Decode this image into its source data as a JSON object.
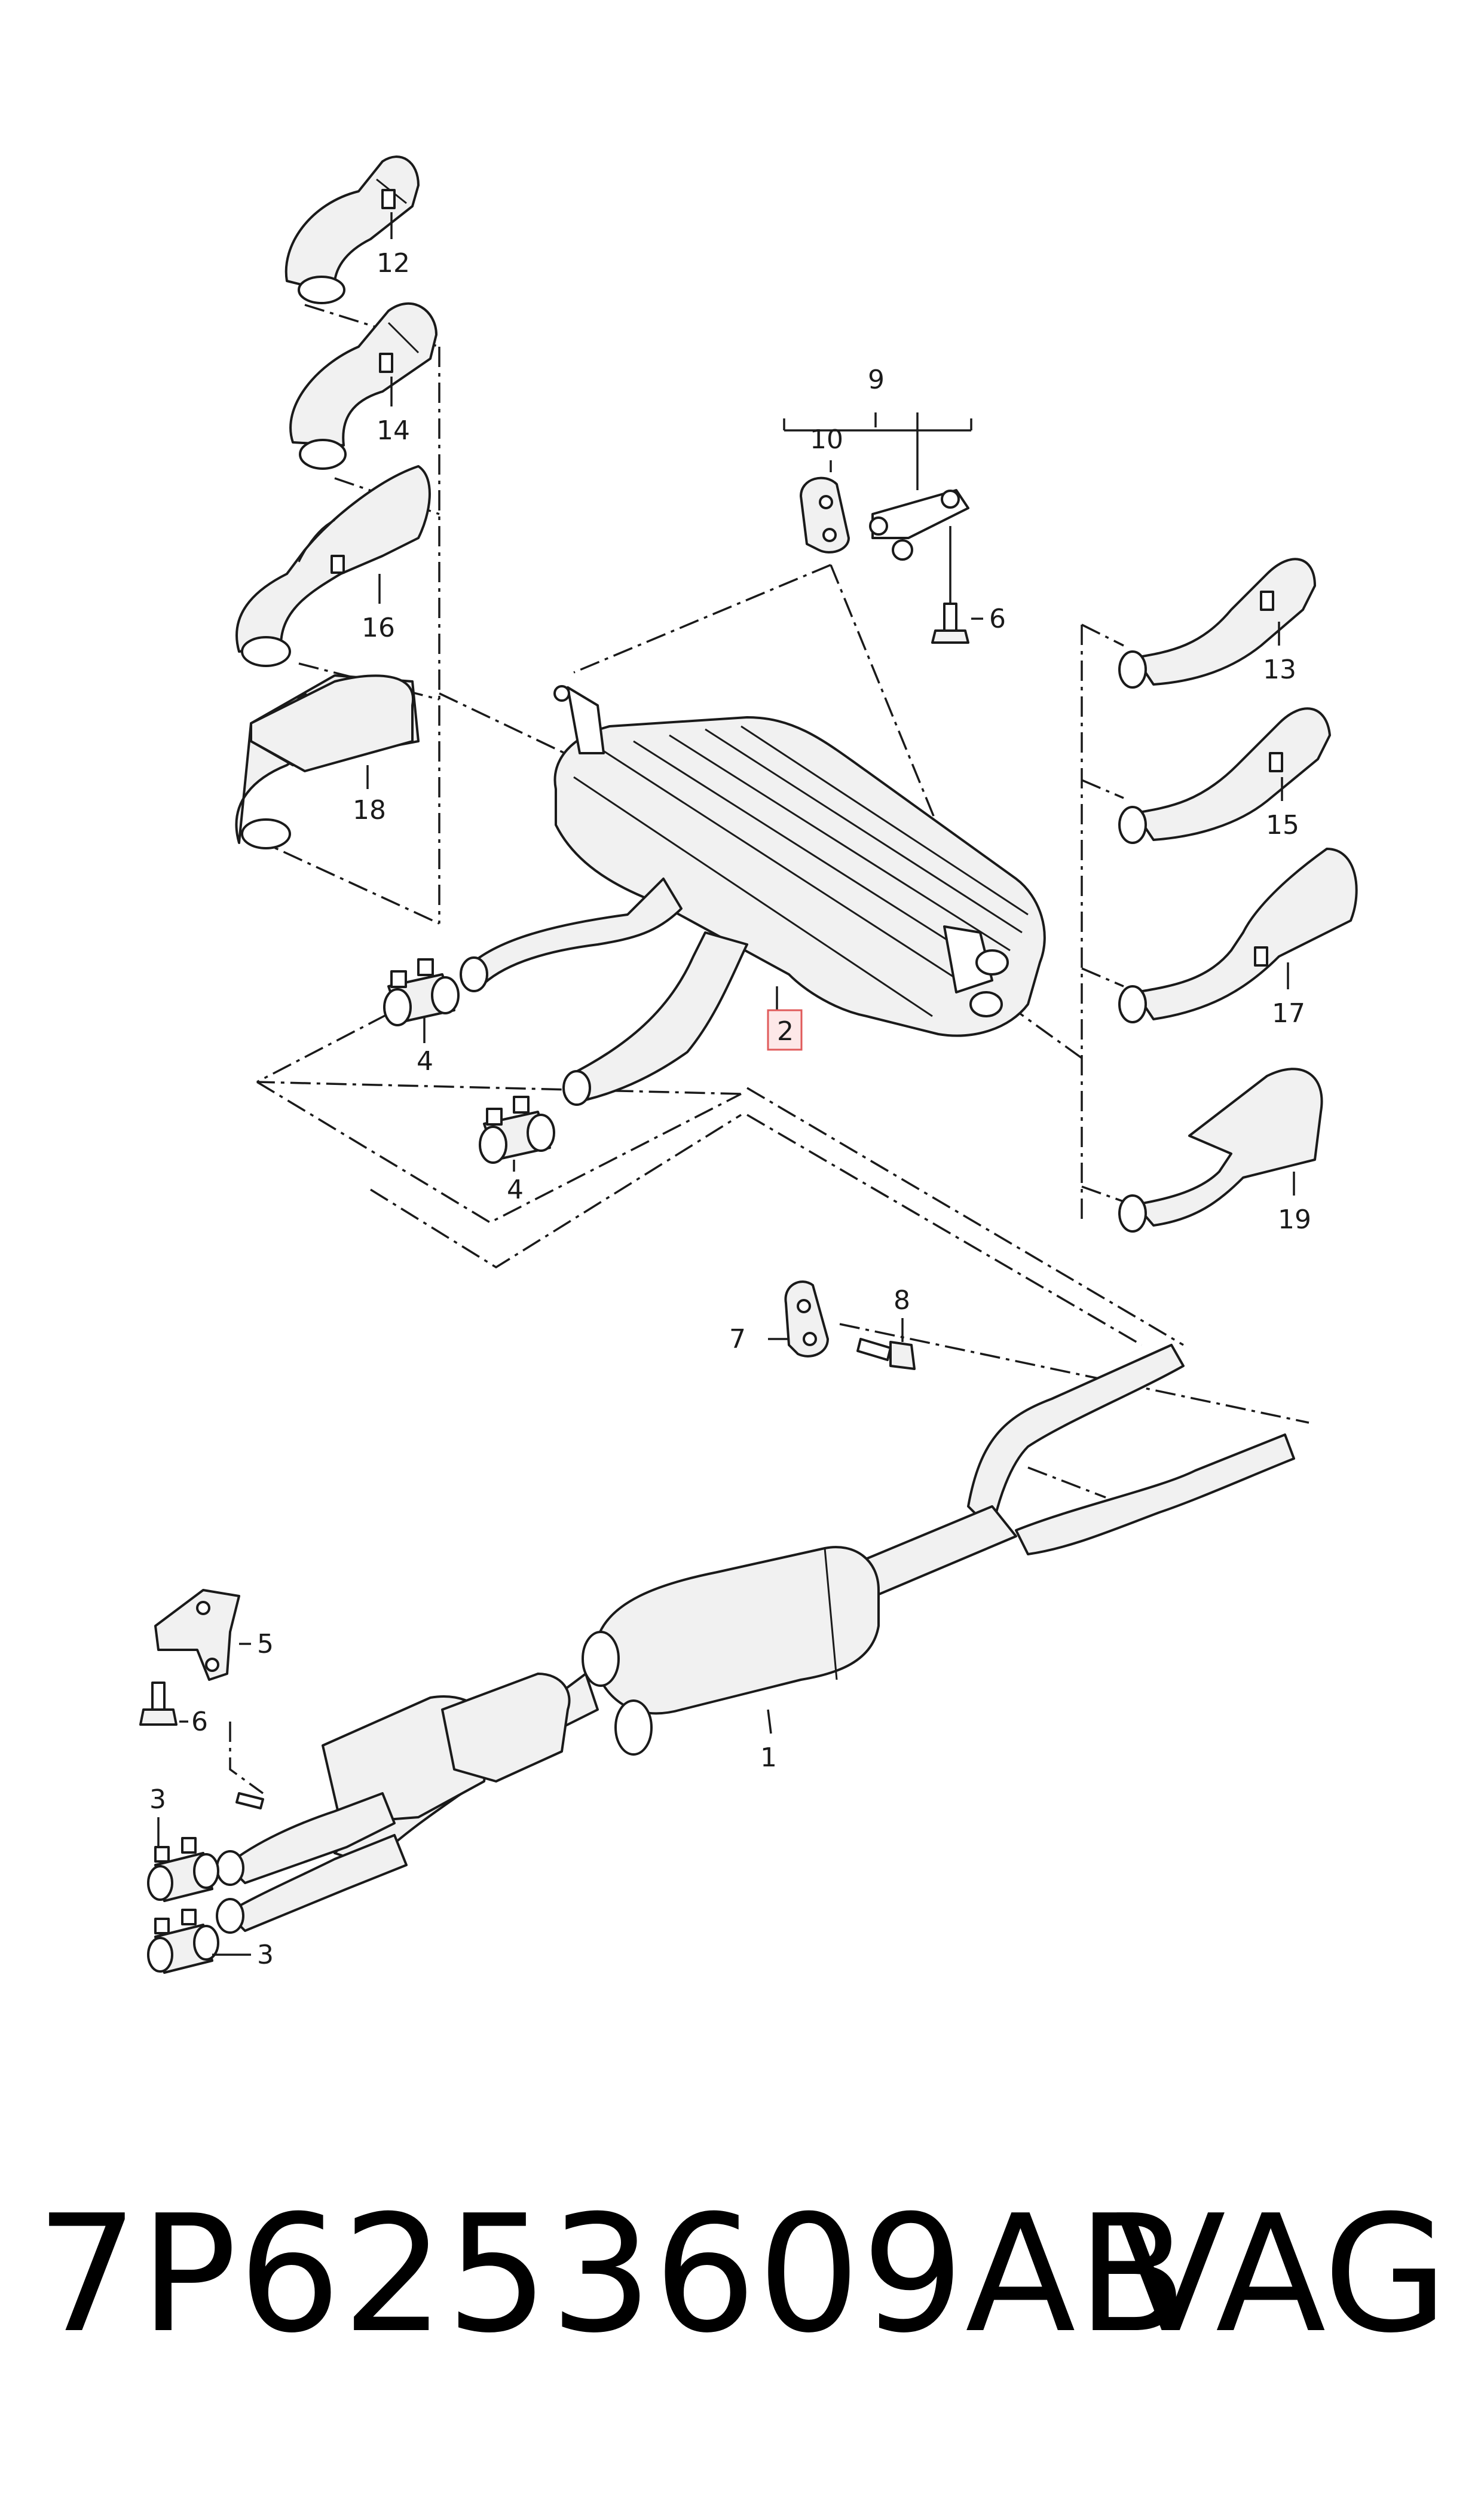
{
  "diagram": {
    "callouts": {
      "c1": "1",
      "c2": "2",
      "c3a": "3",
      "c3b": "3",
      "c4a": "4",
      "c4b": "4",
      "c5": "5",
      "c6a": "6",
      "c6b": "6",
      "c7": "7",
      "c8": "8",
      "c9": "9",
      "c10": "10",
      "c12": "12",
      "c13": "13",
      "c14": "14",
      "c15": "15",
      "c16": "16",
      "c17": "17",
      "c18": "18",
      "c19": "19"
    },
    "highlighted_callout": "2",
    "highlight_color": "#e05a5a"
  },
  "footer": {
    "part_number": "7P6253609AB",
    "brand": "VAG"
  }
}
